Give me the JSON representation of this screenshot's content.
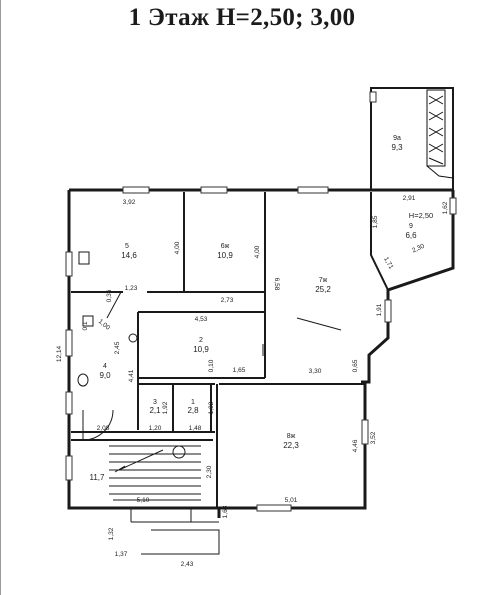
{
  "title": "1 Этаж H=2,50; 3,00",
  "rooms": [
    {
      "no": "5",
      "area": "14,6"
    },
    {
      "no": "6ж",
      "area": "10,9"
    },
    {
      "no": "7ж",
      "area": "25,2"
    },
    {
      "no": "9",
      "area": "6,6"
    },
    {
      "no": "9а",
      "area": "9,3"
    },
    {
      "no": "2",
      "area": "10,9"
    },
    {
      "no": "4",
      "area": "9,0"
    },
    {
      "no": "3",
      "area": "2,1"
    },
    {
      "no": "1",
      "area": "2,8"
    },
    {
      "no": "8ж",
      "area": "22,3"
    },
    {
      "no": "",
      "area": "11,7"
    }
  ],
  "local_height": "H=2,50",
  "dimensions": [
    "3,92",
    "4,00",
    "4,00",
    "6,58",
    "2,91",
    "1,85",
    "1,62",
    "2,30",
    "1,71",
    "1,91",
    "0,36",
    "1,23",
    "2,73",
    "4,53",
    "0,1",
    "1,00",
    "12,14",
    "2,45",
    "4,41",
    "0,10",
    "1,65",
    "3,30",
    "0,65",
    "1,92",
    "1,92",
    "2,08",
    "1,20",
    "1,48",
    "4,46",
    "3,52",
    "2,30",
    "5,10",
    "5,01",
    "1,32",
    "1,37",
    "1,63",
    "2,43"
  ]
}
